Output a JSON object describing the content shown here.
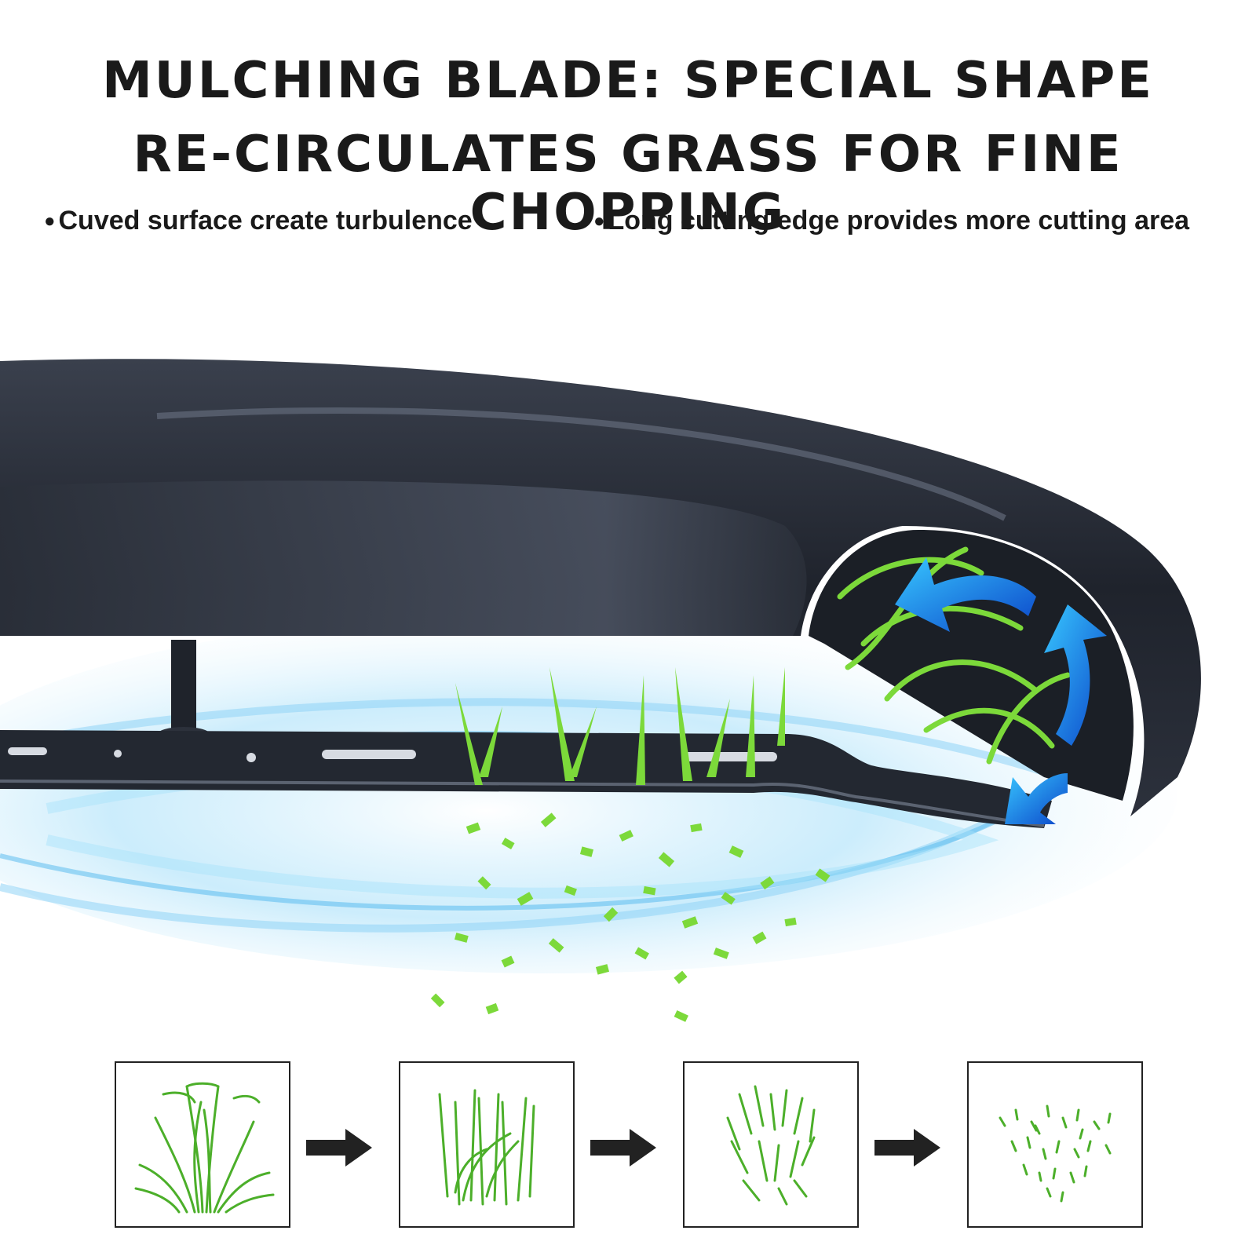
{
  "header": {
    "line1": "MULCHING BLADE: SPECIAL SHAPE",
    "line2": "RE-CIRCULATES GRASS FOR FINE CHOPPING"
  },
  "bullets": [
    "Cuved surface create turbulence",
    "Long cutting edge provides more cutting area"
  ],
  "bullet_symbol": "●",
  "illustration": {
    "blade_color": "#262b36",
    "grass_color": "#7cd93a",
    "airflow_color": "#1e88e5"
  },
  "stages": [
    {
      "name": "whole-grass",
      "icon": "tall-grass-icon"
    },
    {
      "name": "cut-grass",
      "icon": "cut-grass-icon"
    },
    {
      "name": "chopped-grass",
      "icon": "chopped-grass-icon"
    },
    {
      "name": "mulched-grass",
      "icon": "mulch-clippings-icon"
    }
  ]
}
